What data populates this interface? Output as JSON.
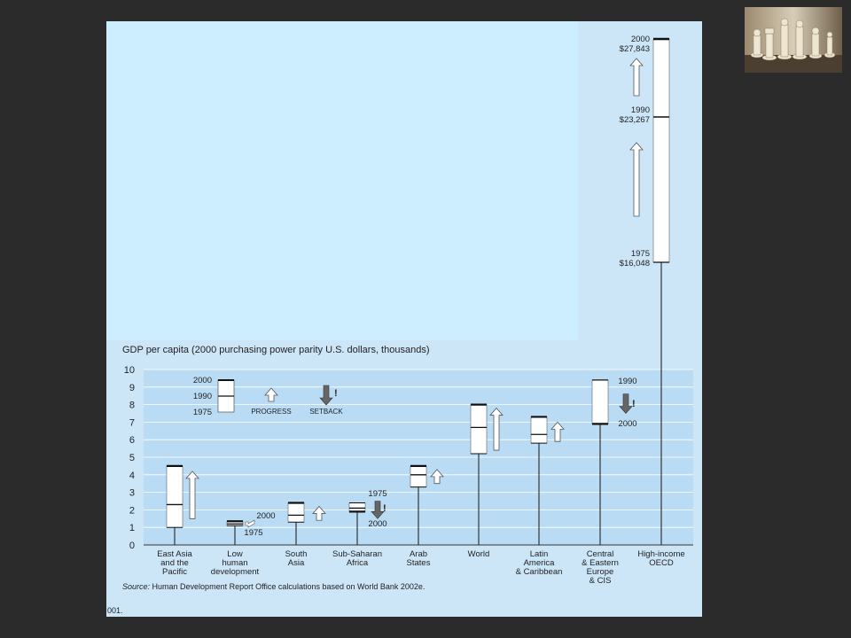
{
  "chart_data": {
    "type": "bar",
    "title": "GDP per capita (2000 purchasing power parity U.S. dollars, thousands)",
    "ylim": [
      0,
      10
    ],
    "yticks": [
      "0",
      "1",
      "2",
      "3",
      "4",
      "5",
      "6",
      "7",
      "8",
      "9",
      "10"
    ],
    "categories": [
      {
        "id": "east-asia",
        "lines": [
          "East Asia",
          "and the",
          "Pacific"
        ]
      },
      {
        "id": "low-human-dev",
        "lines": [
          "Low",
          "human",
          "development"
        ]
      },
      {
        "id": "south-asia",
        "lines": [
          "South",
          "Asia"
        ]
      },
      {
        "id": "sub-saharan",
        "lines": [
          "Sub-Saharan",
          "Africa"
        ]
      },
      {
        "id": "arab-states",
        "lines": [
          "Arab",
          "States"
        ]
      },
      {
        "id": "world",
        "lines": [
          "World"
        ]
      },
      {
        "id": "latin-america",
        "lines": [
          "Latin",
          "America",
          "& Caribbean"
        ]
      },
      {
        "id": "central-europe",
        "lines": [
          "Central",
          "& Eastern",
          "Europe",
          "& CIS"
        ]
      },
      {
        "id": "high-income",
        "lines": [
          "High-income",
          "OECD"
        ]
      }
    ],
    "series": [
      {
        "name": "1975",
        "values": [
          1.0,
          1.1,
          1.3,
          2.4,
          3.3,
          5.2,
          5.8,
          null,
          16.048
        ]
      },
      {
        "name": "1990",
        "values": [
          2.3,
          1.2,
          1.7,
          2.1,
          4.0,
          6.7,
          6.3,
          9.4,
          23.267
        ]
      },
      {
        "name": "2000",
        "values": [
          4.5,
          1.35,
          2.4,
          1.9,
          4.5,
          8.0,
          7.3,
          6.9,
          27.843
        ]
      }
    ],
    "oecd_annotations": [
      {
        "year": "2000",
        "value": "$27,843"
      },
      {
        "year": "1990",
        "value": "$23,267"
      },
      {
        "year": "1975",
        "value": "$16,048"
      }
    ],
    "inline_annotations": {
      "low_human_dev": {
        "top": "2000",
        "bottom": "1975"
      },
      "sub_saharan": {
        "top": "1975",
        "bottom": "2000"
      },
      "central_europe": {
        "top": "1990",
        "bottom": "2000"
      }
    },
    "legend": {
      "years": {
        "top": "2000",
        "mid": "1990",
        "bottom": "1975"
      },
      "progress_label": "PROGRESS",
      "setback_label": "SETBACK"
    },
    "source": {
      "label": "Source:",
      "text": " Human Development Report Office calculations based on World Bank 2002e."
    },
    "page_number": "001.",
    "colors": {
      "panel": "#cce6f8",
      "band": "#b9dcf4",
      "box": "#ffffff",
      "line": "#333333"
    }
  }
}
